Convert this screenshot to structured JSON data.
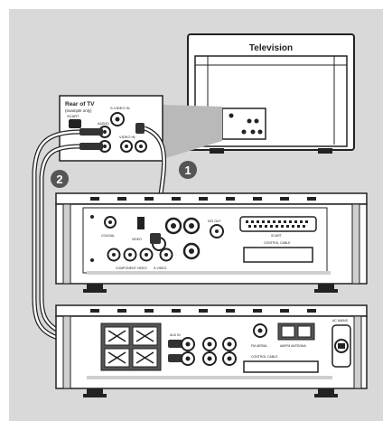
{
  "tv": {
    "label": "Television"
  },
  "rear_panel": {
    "title": "Rear of TV",
    "subtitle": "(example only)",
    "scart_label": "SCART",
    "svideo_label": "S-VIDEO IN",
    "video_label": "VIDEO IN",
    "audio_label": "AUDIO"
  },
  "steps": {
    "step1": "1",
    "step2": "2"
  },
  "dvd_unit": {
    "scart_label": "SCART",
    "control_cable_label": "CONTROL CABLE",
    "coaxial_label": "COAXIAL",
    "video_out_label": "VIDEO",
    "component_label": "COMPONENT VIDEO",
    "svideo_label": "S-VIDEO",
    "dig_out_label": "DIG OUT"
  },
  "main_unit": {
    "antenna_label": "AM/FM ANTENNA",
    "fm_label": "FM AERIAL",
    "control_cable_label": "CONTROL CABLE",
    "aux_label": "AUX IN",
    "ac_label": "AC MAINS"
  }
}
